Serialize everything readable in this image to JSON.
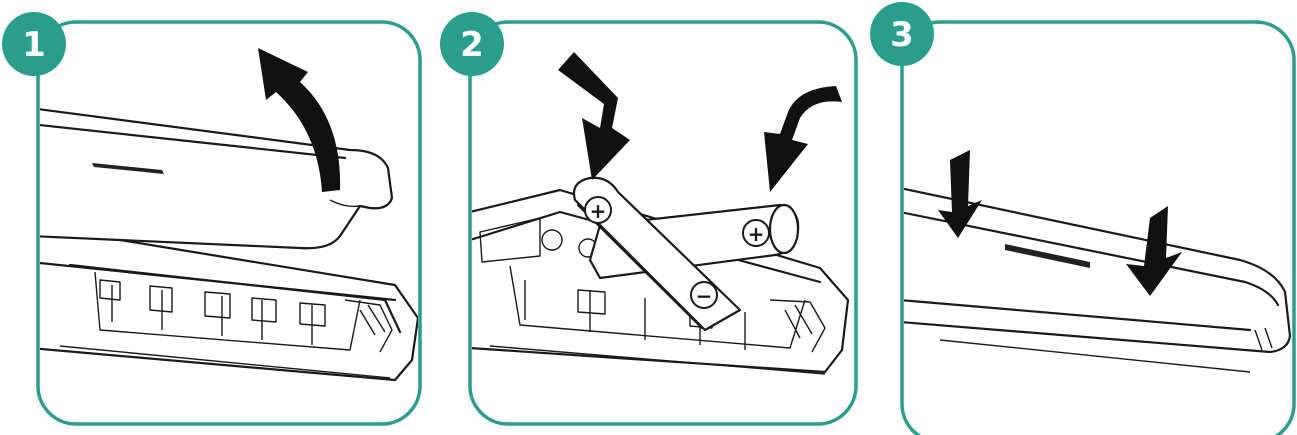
{
  "steps": [
    {
      "number": "1",
      "action": "open-battery-cover"
    },
    {
      "number": "2",
      "action": "insert-batteries"
    },
    {
      "number": "3",
      "action": "close-battery-cover"
    }
  ],
  "battery_signs": {
    "positive": "+",
    "negative": "−"
  },
  "colors": {
    "frame": "#2a9e8e",
    "badge": "#2a9e8e",
    "badge_text": "#ffffff",
    "line": "#1a1a1a",
    "arrow": "#111111"
  },
  "icons": [
    "curved-up-arrow-icon",
    "down-arrow-icon",
    "plus-sign-icon",
    "minus-sign-icon"
  ]
}
